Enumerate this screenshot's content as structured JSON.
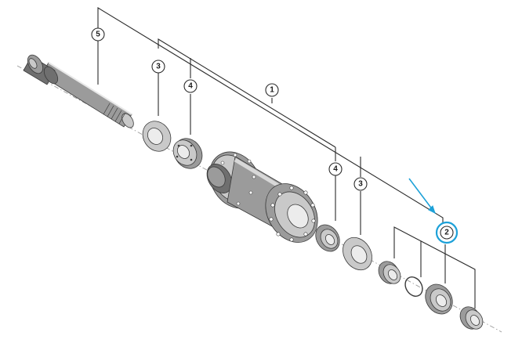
{
  "diagram": {
    "callouts": [
      {
        "id": "c5",
        "label": "5"
      },
      {
        "id": "c3a",
        "label": "3"
      },
      {
        "id": "c4a",
        "label": "4"
      },
      {
        "id": "c1",
        "label": "1"
      },
      {
        "id": "c4b",
        "label": "4"
      },
      {
        "id": "c3b",
        "label": "3"
      },
      {
        "id": "c2",
        "label": "2"
      }
    ],
    "highlighted_callout": "2",
    "colors": {
      "highlight": "#1da1d8",
      "leader_line": "#2b2b2b",
      "part_fill": "#8c8c8c"
    }
  }
}
